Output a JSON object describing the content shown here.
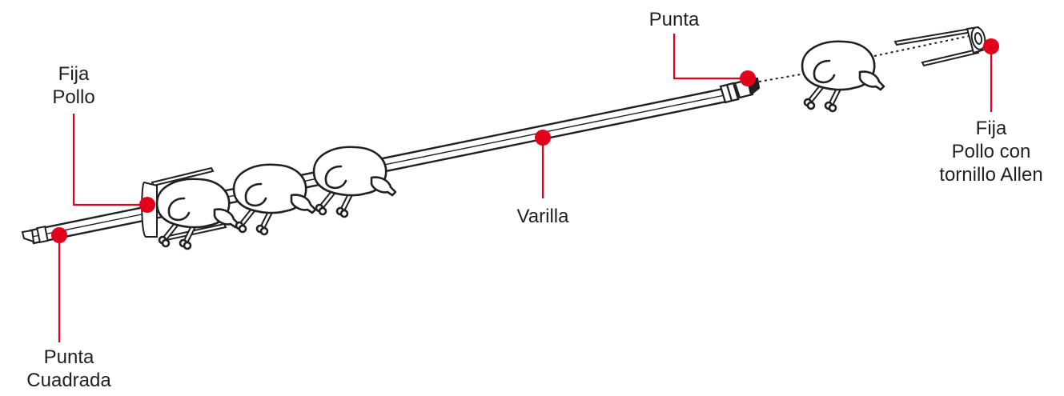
{
  "labels": {
    "punta": "Punta",
    "fija_pollo": [
      "Fija",
      "Pollo"
    ],
    "varilla": "Varilla",
    "fija_pollo_allen": [
      "Fija",
      "Pollo con",
      "tornillo Allen"
    ],
    "punta_cuadrada": [
      "Punta",
      "Cuadrada"
    ]
  },
  "colors": {
    "callout": "#e3001b",
    "ink": "#231f20"
  }
}
